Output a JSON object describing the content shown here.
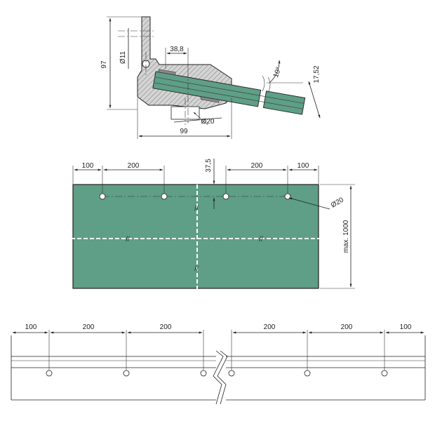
{
  "colors": {
    "glass": "#5f9e87",
    "glass_dark": "#3f7a64",
    "hatch": "#bdbdbd",
    "line": "#222222"
  },
  "profile_view": {
    "dim_height": "97",
    "dim_bolt": "Ø11",
    "dim_offset": "38,8",
    "dim_angle": "10°",
    "dim_glass": "17,52",
    "dim_hole": "Ø20",
    "dim_width": "99"
  },
  "plan_view": {
    "dim_left_edge": "100",
    "dim_left_spacing": "200",
    "dim_hole_offset": "37,5",
    "dim_right_spacing": "200",
    "dim_right_edge": "100",
    "dim_hole": "Ø20",
    "dim_max": "max. 1000"
  },
  "front_view": {
    "dims": [
      "100",
      "200",
      "200",
      "200",
      "200",
      "100"
    ]
  }
}
